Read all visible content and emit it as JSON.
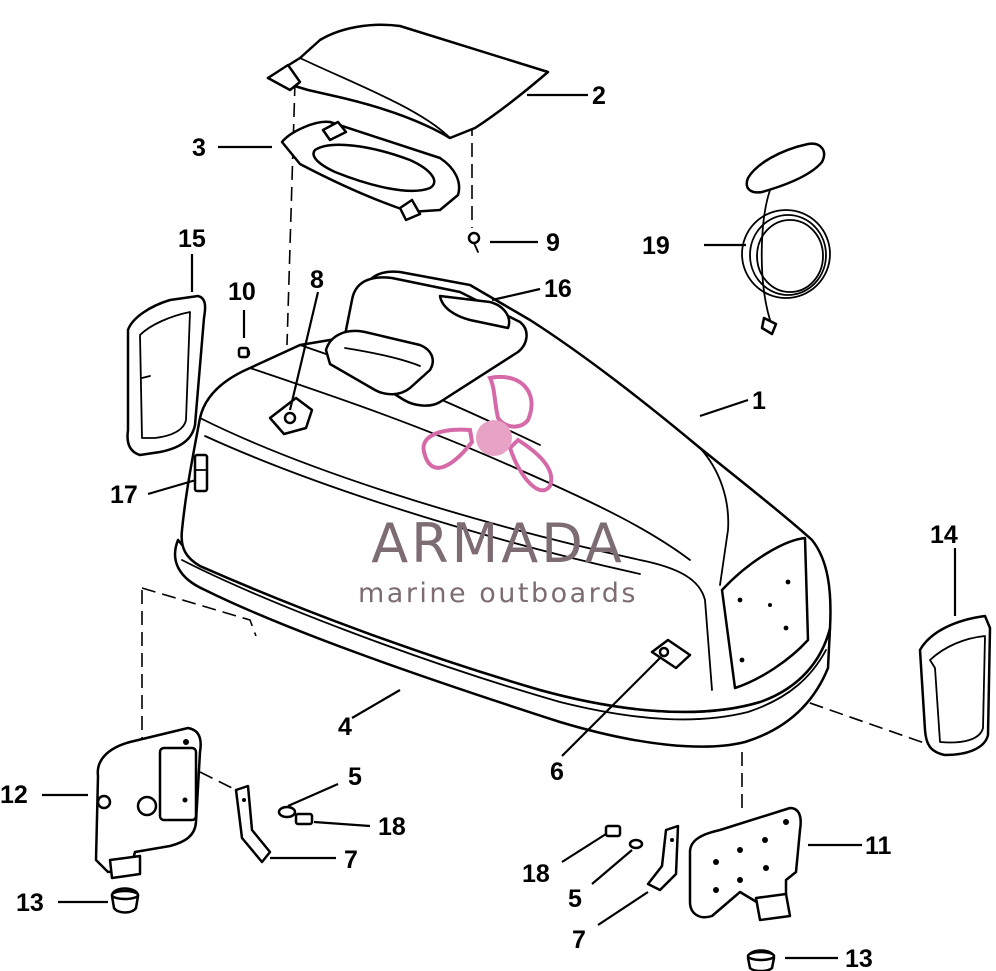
{
  "watermark": {
    "title": "ARMADA",
    "subtitle": "marine outboards",
    "logo_icon": "propeller-logo-icon",
    "logo_color": "#d66aa8",
    "logo_hub_color": "#e7a2c6",
    "text_color": "#7d6c73"
  },
  "callouts": [
    {
      "id": "c1",
      "label": "1"
    },
    {
      "id": "c2",
      "label": "2"
    },
    {
      "id": "c3",
      "label": "3"
    },
    {
      "id": "c4",
      "label": "4"
    },
    {
      "id": "c5a",
      "label": "5"
    },
    {
      "id": "c5b",
      "label": "5"
    },
    {
      "id": "c6",
      "label": "6"
    },
    {
      "id": "c7a",
      "label": "7"
    },
    {
      "id": "c7b",
      "label": "7"
    },
    {
      "id": "c8",
      "label": "8"
    },
    {
      "id": "c9",
      "label": "9"
    },
    {
      "id": "c10",
      "label": "10"
    },
    {
      "id": "c11",
      "label": "11"
    },
    {
      "id": "c12",
      "label": "12"
    },
    {
      "id": "c13a",
      "label": "13"
    },
    {
      "id": "c13b",
      "label": "13"
    },
    {
      "id": "c14",
      "label": "14"
    },
    {
      "id": "c15",
      "label": "15"
    },
    {
      "id": "c16",
      "label": "16"
    },
    {
      "id": "c17",
      "label": "17"
    },
    {
      "id": "c18a",
      "label": "18"
    },
    {
      "id": "c18b",
      "label": "18"
    },
    {
      "id": "c19",
      "label": "19"
    }
  ]
}
